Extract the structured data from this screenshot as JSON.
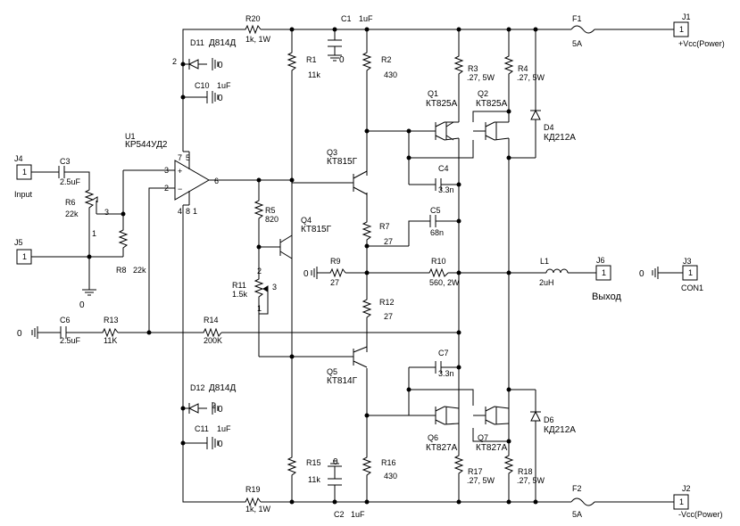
{
  "components": {
    "J1": {
      "ref": "J1",
      "pin": "1",
      "name": "+Vcc(Power)"
    },
    "J2": {
      "ref": "J2",
      "pin": "1",
      "name": "-Vcc(Power)"
    },
    "J3": {
      "ref": "J3",
      "pin": "1",
      "name": "CON1"
    },
    "J4": {
      "ref": "J4",
      "pin": "1",
      "name": "Input"
    },
    "J5": {
      "ref": "J5",
      "pin": "1"
    },
    "J6": {
      "ref": "J6",
      "pin": "1",
      "name": "Выход"
    },
    "F1": {
      "ref": "F1",
      "value": "5A"
    },
    "F2": {
      "ref": "F2",
      "value": "5A"
    },
    "L1": {
      "ref": "L1",
      "value": "2uH"
    },
    "U1": {
      "ref": "U1",
      "part": "КР544УД2",
      "pins": [
        "3",
        "2",
        "6",
        "7",
        "5",
        "4",
        "8",
        "1"
      ]
    },
    "R1": {
      "ref": "R1",
      "value": "11k"
    },
    "R2": {
      "ref": "R2",
      "value": "430"
    },
    "R3": {
      "ref": "R3",
      "value": ".27, 5W"
    },
    "R4": {
      "ref": "R4",
      "value": ".27, 5W"
    },
    "R5": {
      "ref": "R5",
      "value": "820"
    },
    "R6": {
      "ref": "R6",
      "value": "22k",
      "pins": [
        "3",
        "1"
      ]
    },
    "R7": {
      "ref": "R7",
      "value": "27"
    },
    "R8": {
      "ref": "R8",
      "value": "22k"
    },
    "R9": {
      "ref": "R9",
      "value": "27"
    },
    "R10": {
      "ref": "R10",
      "value": "560, 2W"
    },
    "R11": {
      "ref": "R11",
      "value": "1.5k",
      "pins": [
        "2",
        "3",
        "1"
      ]
    },
    "R12": {
      "ref": "R12",
      "value": "27"
    },
    "R13": {
      "ref": "R13",
      "value": "11K"
    },
    "R14": {
      "ref": "R14",
      "value": "200K"
    },
    "R15": {
      "ref": "R15",
      "value": "11k"
    },
    "R16": {
      "ref": "R16",
      "value": "430"
    },
    "R17": {
      "ref": "R17",
      "value": ".27, 5W"
    },
    "R18": {
      "ref": "R18",
      "value": ".27, 5W"
    },
    "R19": {
      "ref": "R19",
      "value": "1k, 1W"
    },
    "R20": {
      "ref": "R20",
      "value": "1k, 1W"
    },
    "C1": {
      "ref": "C1",
      "value": "1uF"
    },
    "C2": {
      "ref": "C2",
      "value": "1uF"
    },
    "C3": {
      "ref": "C3",
      "value": "2.5uF"
    },
    "C4": {
      "ref": "C4",
      "value": "3.3n"
    },
    "C5": {
      "ref": "C5",
      "value": "68n"
    },
    "C6": {
      "ref": "C6",
      "value": "2.5uF"
    },
    "C7": {
      "ref": "C7",
      "value": "3.3n"
    },
    "C10": {
      "ref": "C10",
      "value": "1uF"
    },
    "C11": {
      "ref": "C11",
      "value": "1uF"
    },
    "D4": {
      "ref": "D4",
      "part": "КД212А"
    },
    "D6": {
      "ref": "D6",
      "part": "КД212А"
    },
    "D11": {
      "ref": "D11",
      "part": "Д814Д",
      "pin": "2"
    },
    "D12": {
      "ref": "D12",
      "part": "Д814Д",
      "pin": "2"
    },
    "Q1": {
      "ref": "Q1",
      "part": "КТ825А"
    },
    "Q2": {
      "ref": "Q2",
      "part": "КТ825А"
    },
    "Q3": {
      "ref": "Q3",
      "part": "КТ815Г"
    },
    "Q4": {
      "ref": "Q4",
      "part": "КТ815Г"
    },
    "Q5": {
      "ref": "Q5",
      "part": "КТ814Г"
    },
    "Q6": {
      "ref": "Q6",
      "part": "КТ827А"
    },
    "Q7": {
      "ref": "Q7",
      "part": "КТ827А"
    }
  },
  "ground_label": "0",
  "colors": {
    "line": "#000000",
    "background": "#ffffff"
  }
}
